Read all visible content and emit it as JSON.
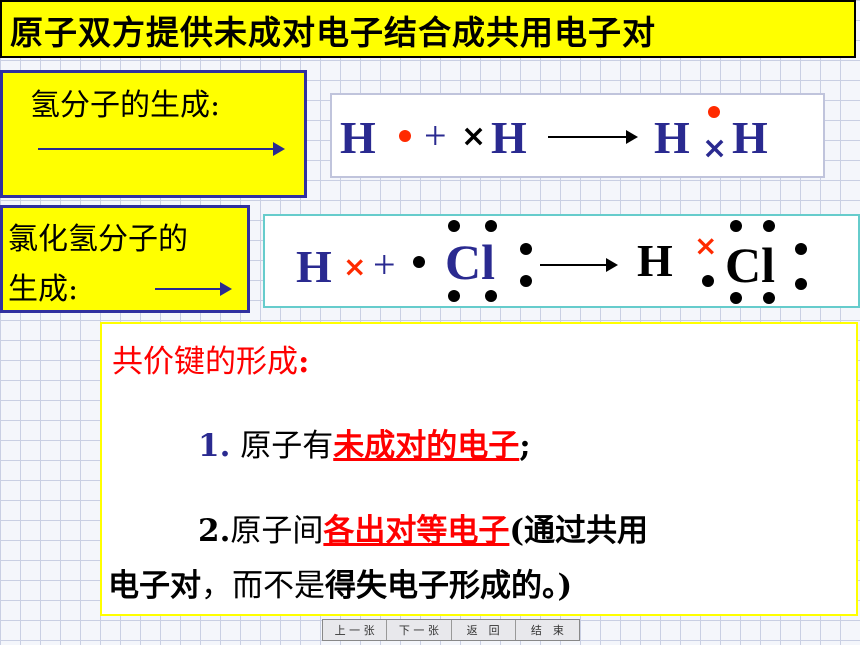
{
  "title": "原子双方提供未成对电子结合成共用电子对",
  "h2": {
    "label": "氢分子的生成:",
    "H": "H",
    "plus": "+",
    "cross": "×",
    "product_left": "H",
    "product_right": "H"
  },
  "hcl": {
    "label_line1": "氯化氢分子的",
    "label_line2": "生成:",
    "H": "H",
    "cross": "×",
    "plus": "+",
    "Cl": "Cl",
    "product_H": "H",
    "product_Cl": "Cl"
  },
  "covalent": {
    "heading": "共价键的形成",
    "heading_colon": ":",
    "item1_prefix": "1.",
    "item1_text": " 原子有",
    "item1_red": "未成对的电子",
    "item1_end": ";",
    "item2_prefix": "2.",
    "item2_text": "原子间",
    "item2_red": "各出对等电子",
    "item2_paren": "(通过",
    "item2_bold1": "共用",
    "line3_bold": "电子对",
    "line3_text1": "，而不是",
    "line3_bold2": "得失电子",
    "line3_text2": "形成的。)"
  },
  "nav": {
    "prev": "上 一 张",
    "next": "下 一 张",
    "back": "返　回",
    "end": "结　束"
  },
  "colors": {
    "yellow": "#ffff00",
    "navy": "#2a2a90",
    "red": "#ff0000",
    "electron_red": "#ff2a00"
  }
}
